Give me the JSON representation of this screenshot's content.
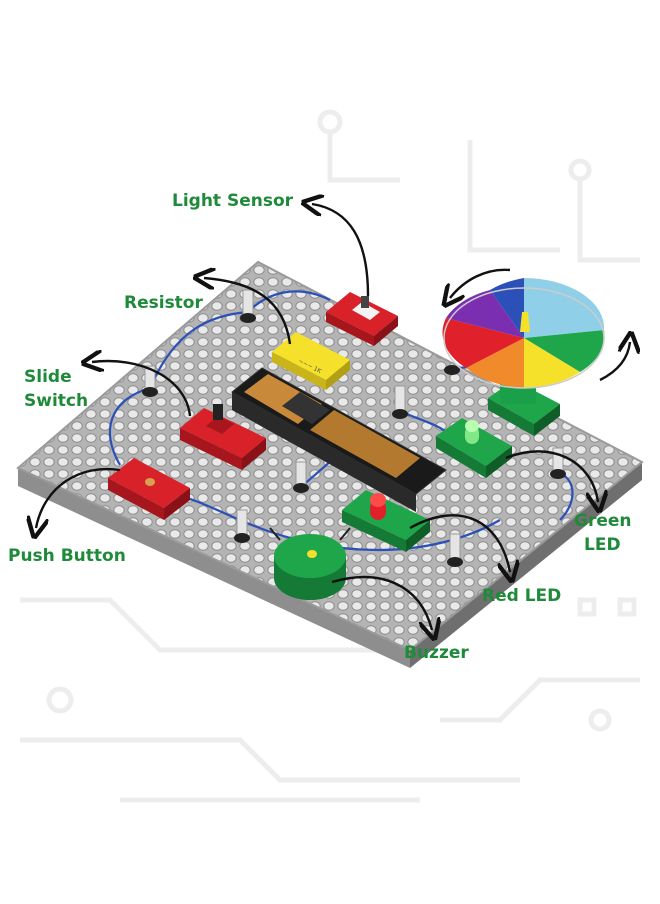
{
  "labels": {
    "light_sensor": "Light Sensor",
    "resistor": "Resistor",
    "slide_switch_line1": "Slide",
    "slide_switch_line2": "Switch",
    "push_button": "Push Button",
    "buzzer": "Buzzer",
    "red_led": "Red LED",
    "green_led_line1": "Green",
    "green_led_line2": "LED"
  },
  "colors": {
    "label_green": "#1e8a3a",
    "board_grey": "#a9a9a9",
    "component_red": "#d9212a",
    "component_yellow": "#f5e02a",
    "component_green": "#1fa64a",
    "arrow": "#111111",
    "wire_blue": "#2b50b8",
    "background_circuit": "#eeeeee"
  },
  "components": [
    "light-sensor",
    "resistor",
    "slide-switch",
    "push-button",
    "battery-pack",
    "buzzer",
    "red-led",
    "green-led",
    "color-wheel-motor"
  ]
}
